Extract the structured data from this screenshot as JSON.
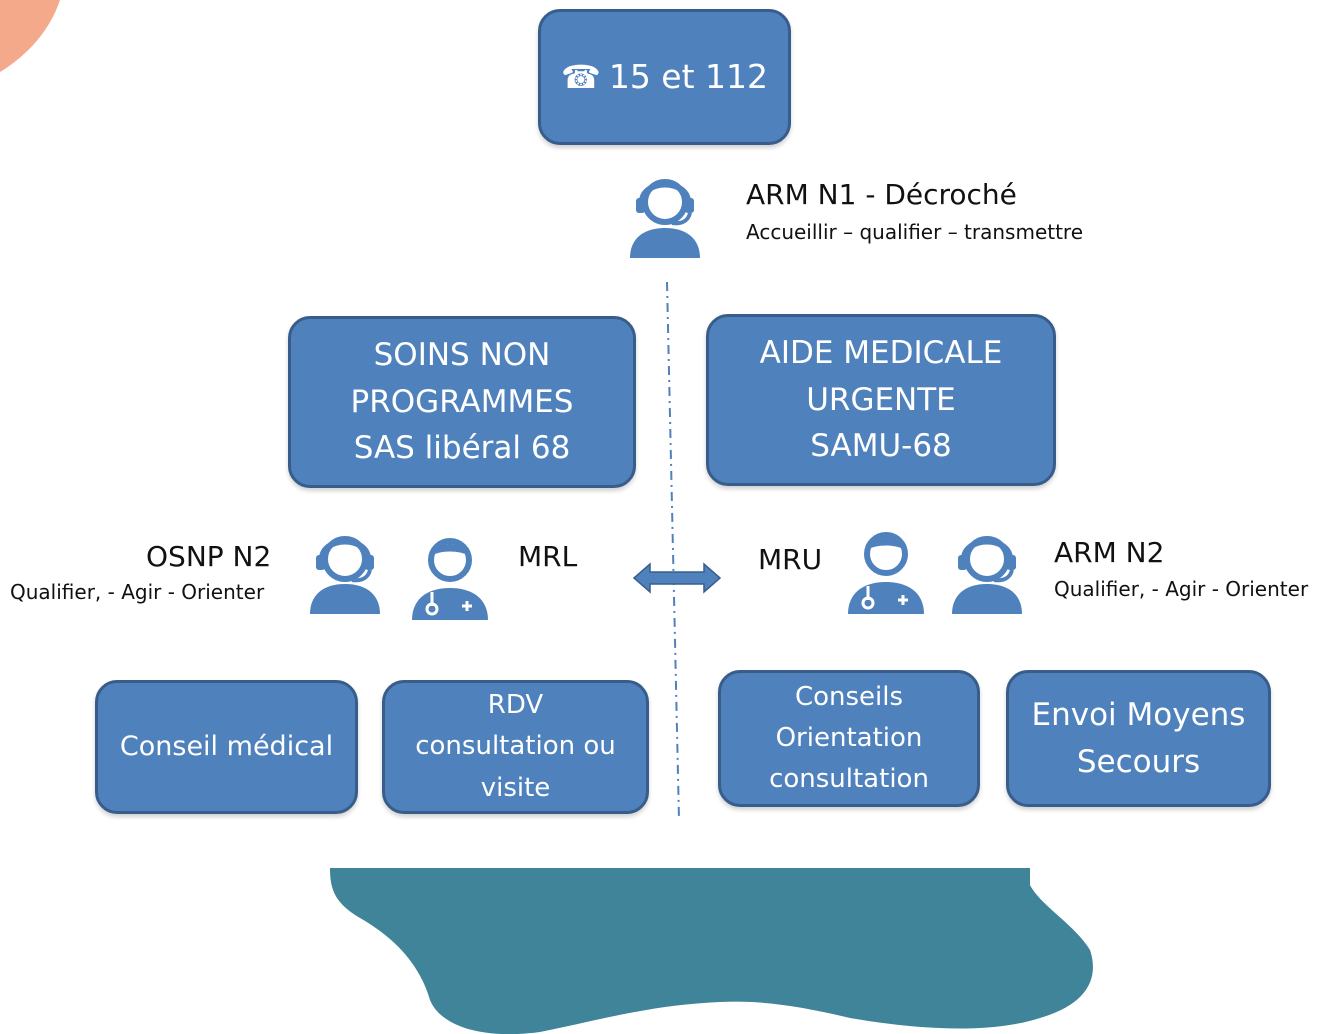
{
  "colors": {
    "box_fill": "#4f81bd",
    "box_border": "#385d8a",
    "icon_fill": "#4f81bd",
    "blob": "#3f8499",
    "corner": "#f4a98b"
  },
  "phone_box": {
    "icon": "phone-icon",
    "glyph": "☎",
    "text": "15 et 112"
  },
  "arm_n1": {
    "title": "ARM N1 - Décroché",
    "subtitle": "Accueillir – qualifier – transmettre"
  },
  "left_box": {
    "lines": [
      "SOINS NON",
      "PROGRAMMES",
      "SAS libéral 68"
    ]
  },
  "right_box": {
    "lines": [
      "AIDE MEDICALE",
      "URGENTE",
      "SAMU-68"
    ]
  },
  "osnp": {
    "title": "OSNP N2",
    "subtitle": "Qualifier, - Agir - Orienter"
  },
  "mrl": {
    "title": "MRL"
  },
  "mru": {
    "title": "MRU"
  },
  "arm_n2": {
    "title": "ARM N2",
    "subtitle": "Qualifier, - Agir - Orienter"
  },
  "bottom_boxes": [
    {
      "lines": [
        "Conseil médical"
      ]
    },
    {
      "lines": [
        "RDV",
        "consultation ou",
        "visite"
      ]
    },
    {
      "lines": [
        "Conseils",
        "Orientation",
        "consultation"
      ]
    },
    {
      "lines": [
        "Envoi Moyens",
        "Secours"
      ]
    }
  ],
  "icons": [
    "headset-operator-icon",
    "doctor-icon",
    "double-arrow-icon"
  ]
}
